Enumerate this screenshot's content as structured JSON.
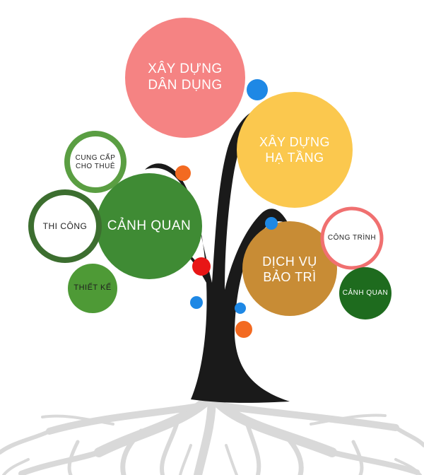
{
  "nodes": {
    "xay_dung_dan_dung": {
      "text": "XÂY DỰNG\nDÂN DỤNG",
      "color": "#F58383"
    },
    "xay_dung_ha_tang": {
      "text": "XÂY DỰNG\nHẠ TẦNG",
      "color": "#FBC84E"
    },
    "canh_quan_main": {
      "text": "CẢNH QUAN",
      "color": "#3F8B34"
    },
    "dich_vu_bao_tri": {
      "text": "DỊCH VỤ\nBẢO TRÌ",
      "color": "#C88C35"
    },
    "cung_cap_cho_thue": {
      "text": "CUNG CẤP\nCHO THUÊ",
      "color": "#5A9E42"
    },
    "thi_cong": {
      "text": "THI CÔNG",
      "color": "#3C6E2F"
    },
    "thiet_ke": {
      "text": "THIẾT KẾ",
      "color": "#4E9A36"
    },
    "cong_trinh": {
      "text": "CÔNG TRÌNH",
      "color": "#F07070"
    },
    "canh_quan_small": {
      "text": "CẢNH QUAN",
      "color": "#1E6B1E"
    }
  },
  "colors": {
    "trunk": "#1a1a1a",
    "roots": "#d9d9d9",
    "dot_blue": "#1E88E5",
    "dot_orange": "#F36A21",
    "dot_red": "#E81616"
  }
}
